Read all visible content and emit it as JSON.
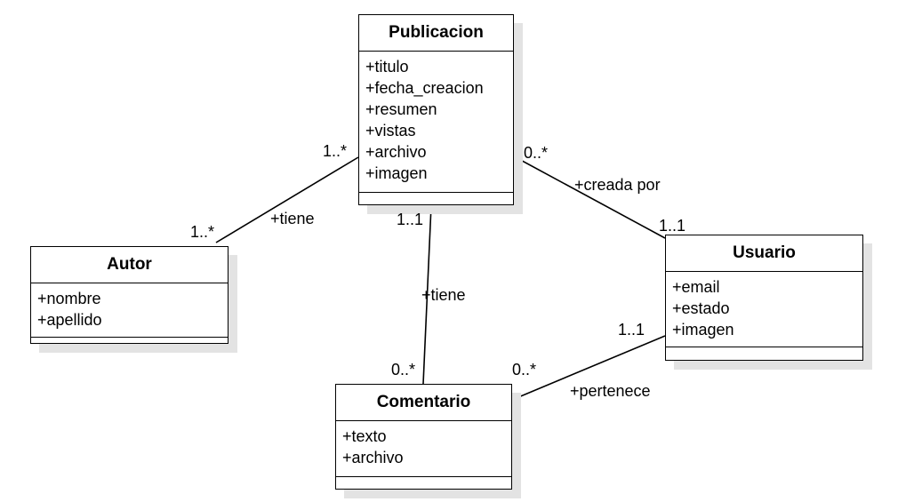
{
  "classes": {
    "publicacion": {
      "name": "Publicacion",
      "attributes": [
        "+titulo",
        "+fecha_creacion",
        "+resumen",
        "+vistas",
        "+archivo",
        "+imagen"
      ]
    },
    "autor": {
      "name": "Autor",
      "attributes": [
        "+nombre",
        "+apellido"
      ]
    },
    "usuario": {
      "name": "Usuario",
      "attributes": [
        "+email",
        "+estado",
        "+imagen"
      ]
    },
    "comentario": {
      "name": "Comentario",
      "attributes": [
        "+texto",
        "+archivo"
      ]
    }
  },
  "associations": {
    "autor_publicacion": {
      "label": "+tiene",
      "publicacion_mult": "1..*",
      "autor_mult": "1..*"
    },
    "publicacion_usuario": {
      "label": "+creada por",
      "publicacion_mult": "0..*",
      "usuario_mult": "1..1"
    },
    "publicacion_comentario": {
      "label": "+tiene",
      "publicacion_mult": "1..1",
      "comentario_mult": "0..*"
    },
    "usuario_comentario": {
      "label": "+pertenece",
      "usuario_mult": "1..1",
      "comentario_mult": "0..*"
    }
  }
}
